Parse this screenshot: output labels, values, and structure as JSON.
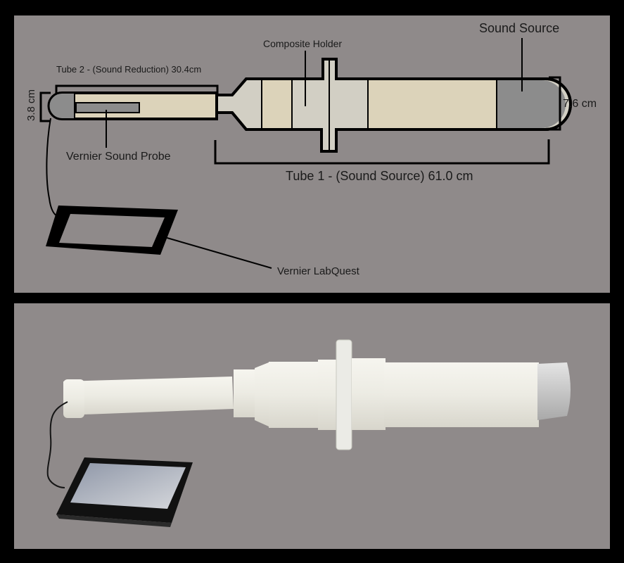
{
  "diagram": {
    "labels": {
      "sound_source": "Sound Source",
      "composite_holder": "Composite Holder",
      "tube2": "Tube 2 - (Sound Reduction) 30.4cm",
      "tube2_diameter": "3.8 cm",
      "tube1_diameter": "7.6 cm",
      "sound_probe": "Vernier Sound Probe",
      "tube1": "Tube 1 - (Sound Source) 61.0 cm",
      "labquest": "Vernier LabQuest"
    },
    "colors": {
      "background": "#8f8a8a",
      "frame": "#000000",
      "tube_light": "#d2cfc4",
      "tube_beige": "#dcd3ba",
      "source_gray": "#8c8c8c",
      "outline": "#000000"
    }
  },
  "photo": {
    "description": "Photograph of assembled PVC tube apparatus connected to Vernier LabQuest",
    "colors": {
      "pvc": "#ecebe4",
      "tape": "#c8c8c8",
      "device": "#1a1a1a",
      "screen": "#b9bcc4"
    }
  }
}
